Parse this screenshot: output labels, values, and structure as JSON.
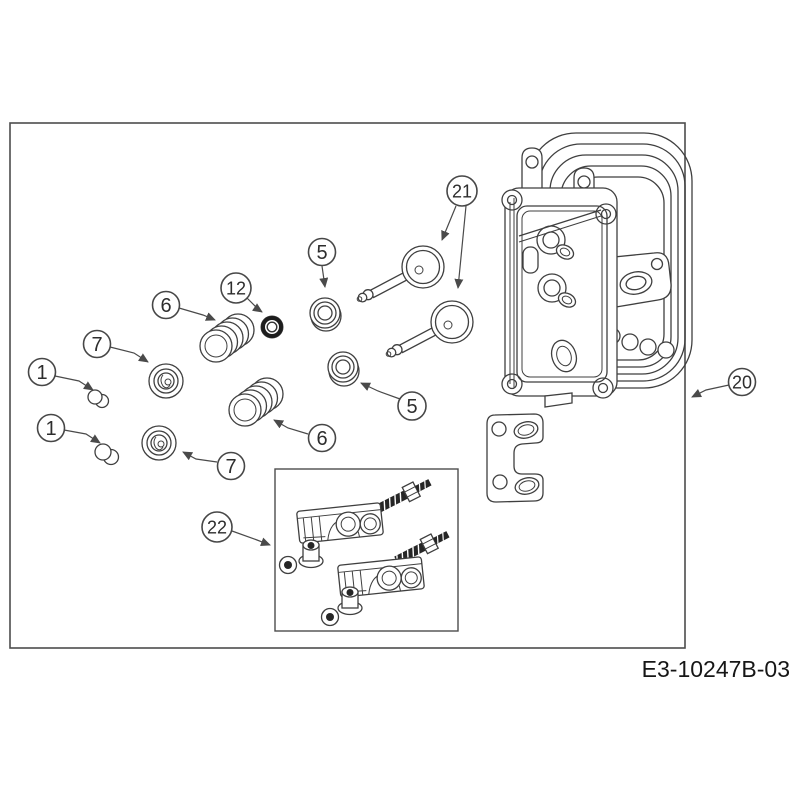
{
  "diagram": {
    "drawing_number": "E3-10247B-03",
    "callouts": {
      "cap_top": {
        "label": "1"
      },
      "cap_bottom": {
        "label": "1"
      },
      "seat_top": {
        "label": "5"
      },
      "seat_bottom": {
        "label": "5"
      },
      "spring_top": {
        "label": "6"
      },
      "spring_bottom": {
        "label": "6"
      },
      "retainer_top": {
        "label": "7"
      },
      "retainer_bottom": {
        "label": "7"
      },
      "stem_seal": {
        "label": "12"
      },
      "cylinder_head": {
        "label": "20"
      },
      "valves": {
        "label": "21"
      },
      "rocker_kit": {
        "label": "22"
      }
    },
    "colors": {
      "highlight_fill": "#f5e479",
      "highlight_text": "#8a7200",
      "line": "#404040"
    }
  }
}
